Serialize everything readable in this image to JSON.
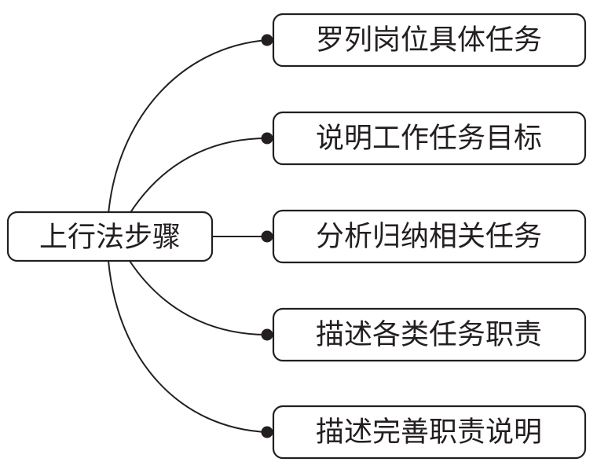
{
  "root": {
    "label": "上行法步骤"
  },
  "steps": [
    {
      "label": "罗列岗位具体任务"
    },
    {
      "label": "说明工作任务目标"
    },
    {
      "label": "分析归纳相关任务"
    },
    {
      "label": "描述各类任务职责"
    },
    {
      "label": "描述完善职责说明"
    }
  ],
  "colors": {
    "stroke": "#231f20",
    "text": "#231f20",
    "background": "#ffffff"
  }
}
